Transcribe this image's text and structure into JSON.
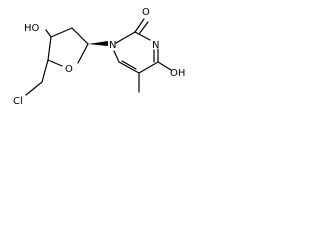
{
  "molecule": {
    "atoms": {
      "hydroxyl_sugar": "HO",
      "ring_oxygen": "O",
      "chlorine": "Cl",
      "n1": "N",
      "n3": "N",
      "carbonyl_oxygen": "O",
      "hydroxyl_base": "OH"
    },
    "colors": {
      "bond": "#000000",
      "text": "#000000",
      "background": "#ffffff"
    }
  }
}
